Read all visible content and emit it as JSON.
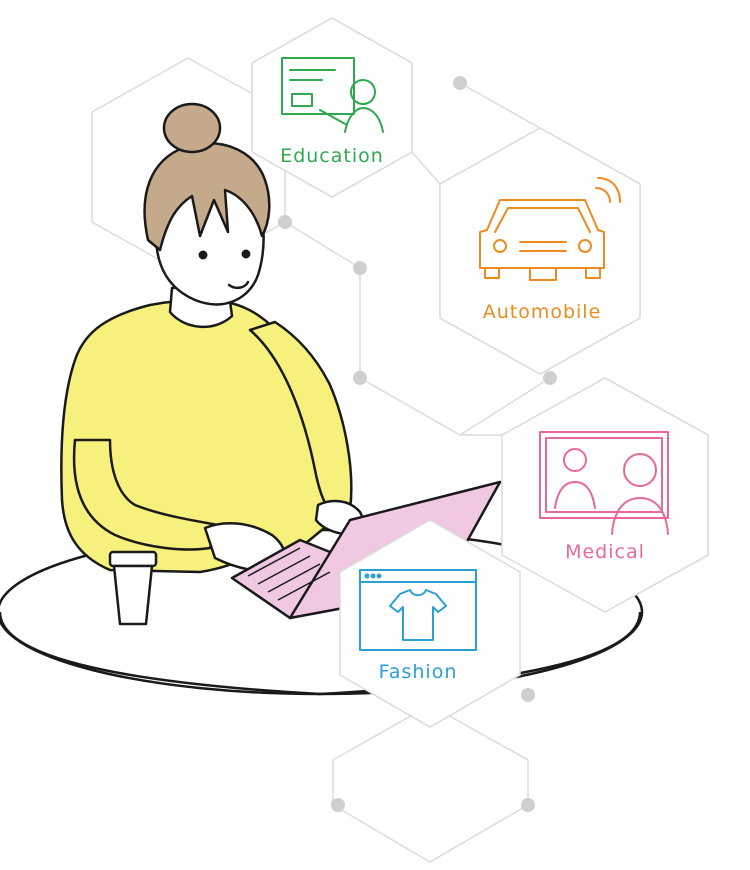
{
  "categories": [
    {
      "key": "education",
      "label": "Education",
      "icon": "teacher-whiteboard-icon",
      "color": "#2fa84f"
    },
    {
      "key": "automobile",
      "label": "Automobile",
      "icon": "connected-car-icon",
      "color": "#ec8b1f"
    },
    {
      "key": "medical",
      "label": "Medical",
      "icon": "doctor-telemedicine-icon",
      "color": "#e8689c"
    },
    {
      "key": "fashion",
      "label": "Fashion",
      "icon": "tshirt-browser-icon",
      "color": "#2b9fd6"
    }
  ],
  "palette": {
    "sweater": "#f6f07c",
    "hair": "#c4a98b",
    "laptop": "#f1c8e2",
    "outline": "#1a1a1a",
    "hex_line": "#d9d9d9",
    "hex_dot": "#cfcfcf"
  }
}
